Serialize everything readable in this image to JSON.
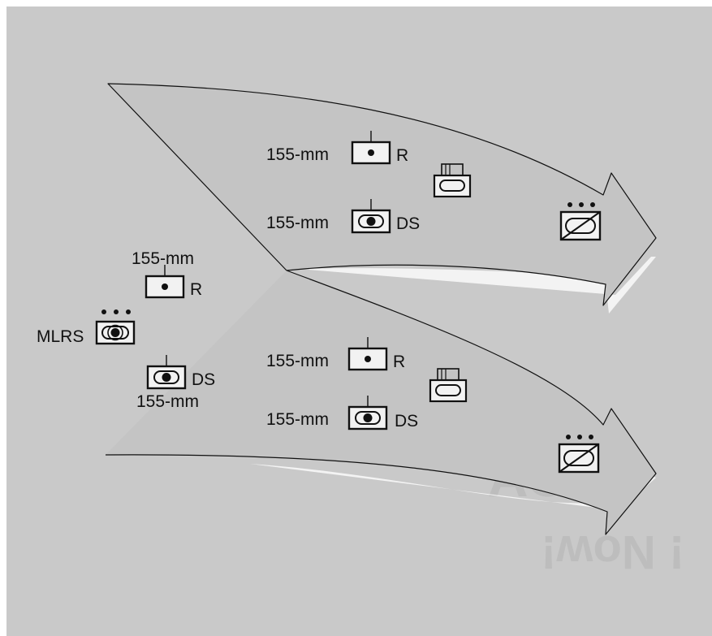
{
  "background_color": "#c9c9c9",
  "arrow_fill": "#c4c4c4",
  "arrow_shadow": "#f2f2f2",
  "labels": {
    "u_r_cal": "155-mm",
    "u_r_type": "R",
    "u_ds_cal": "155-mm",
    "u_ds_type": "DS",
    "l_r_cal": "155-mm",
    "l_r_type": "R",
    "l_ds_cal": "155-mm",
    "l_ds_type": "DS",
    "left_r_cal": "155-mm",
    "left_r_type": "R",
    "mlrs": "MLRS",
    "left_ds_type": "DS",
    "left_ds_cal": "155-mm"
  },
  "faded_text": {
    "upper": "ACK",
    "lower": "! Now!"
  },
  "icons": {
    "cannon_r": "artillery-unit-r-icon",
    "cannon_ds": "artillery-unit-ds-icon",
    "mlrs": "mlrs-battalion-icon",
    "tracked": "tracked-vehicle-icon",
    "armor": "armored-unit-icon"
  }
}
